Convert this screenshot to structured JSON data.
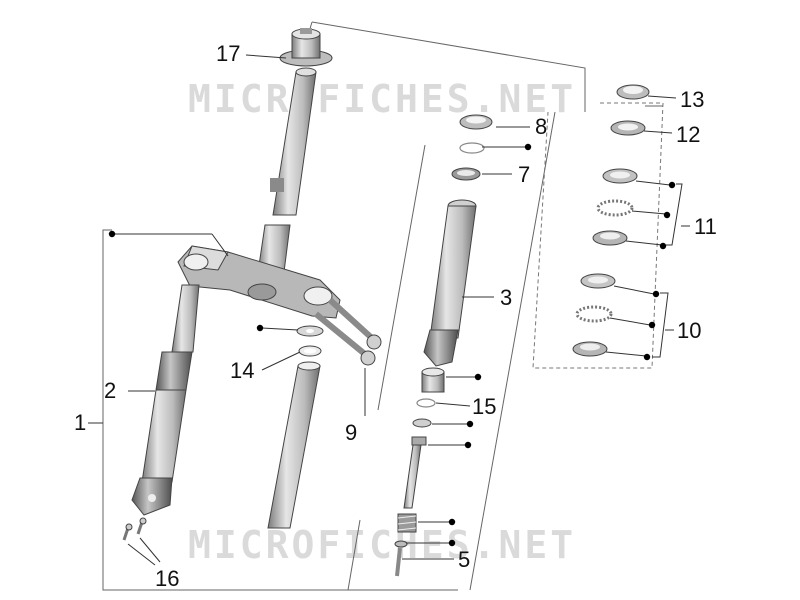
{
  "watermark": "MICROFICHES.NET",
  "callouts": {
    "c1": "1",
    "c2": "2",
    "c3": "3",
    "c5": "5",
    "c7": "7",
    "c8": "8",
    "c9": "9",
    "c10": "10",
    "c11": "11",
    "c12": "12",
    "c13": "13",
    "c14": "14",
    "c15": "15",
    "c16": "16",
    "c17": "17"
  },
  "colors": {
    "metal": "#c9c9c9",
    "metal_dark": "#8a8a8a",
    "lead_line": "#333333"
  }
}
